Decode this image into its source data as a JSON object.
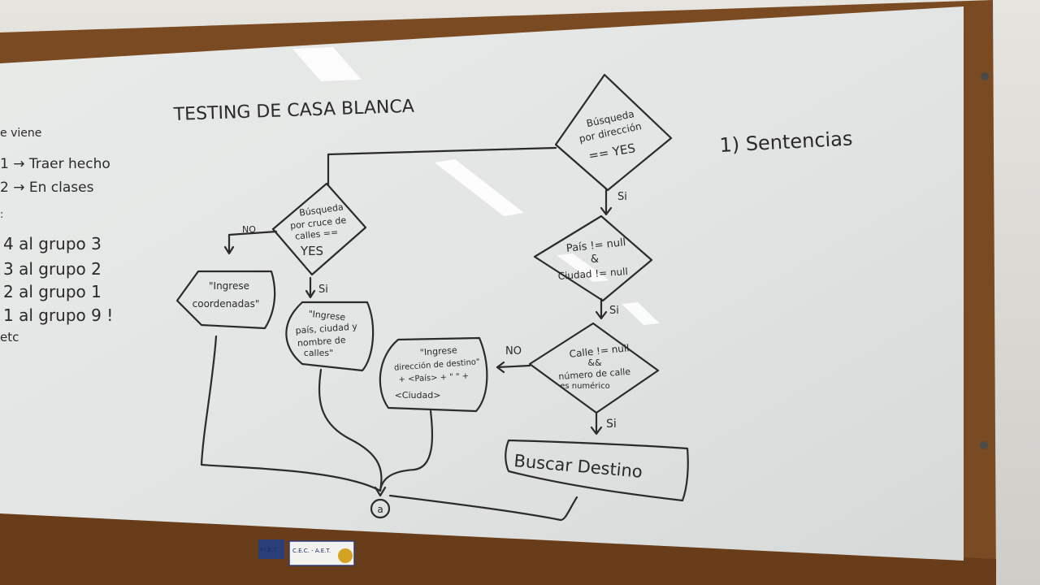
{
  "board": {
    "title": "TESTING DE CASA BLANCA",
    "notes_right": "1) Sentencias",
    "left_notes": [
      "e viene",
      "1 → Traer hecho",
      "2 → En clases",
      ":",
      "4 al grupo 3",
      "3 al grupo 2",
      "2 al grupo 1",
      "1 al grupo 9 !",
      "etc"
    ]
  },
  "flowchart": {
    "decision_direccion": [
      "Búsqueda",
      "por dirección",
      "== YES"
    ],
    "decision_cruce": [
      "Búsqueda",
      "por cruce de",
      "calles ==",
      "YES"
    ],
    "decision_pais": [
      "País != null",
      "&",
      "Ciudad != null"
    ],
    "decision_calle": [
      "Calle != null",
      "&&",
      "número de calle",
      "es numérico"
    ],
    "box_coordenadas": [
      "\"Ingrese",
      "coordenadas\""
    ],
    "box_pais_ciudad": [
      "\"Ingrese",
      "país, ciudad y",
      "nombre de",
      "calles\""
    ],
    "box_direccion": [
      "\"Ingrese",
      "dirección de destino\"",
      "+ <País> + \" \" +",
      "<Ciudad>"
    ],
    "terminal_buscar": "Buscar Destino",
    "end_node": "a",
    "label_no_1": "NO",
    "label_si_1": "Si",
    "label_si_2": "Si",
    "label_si_3": "Si",
    "label_no_2": "NO",
    "label_si_4": "Si"
  },
  "stickers": [
    "F.I.E.T.",
    "C.E.C. - A.E.T."
  ]
}
